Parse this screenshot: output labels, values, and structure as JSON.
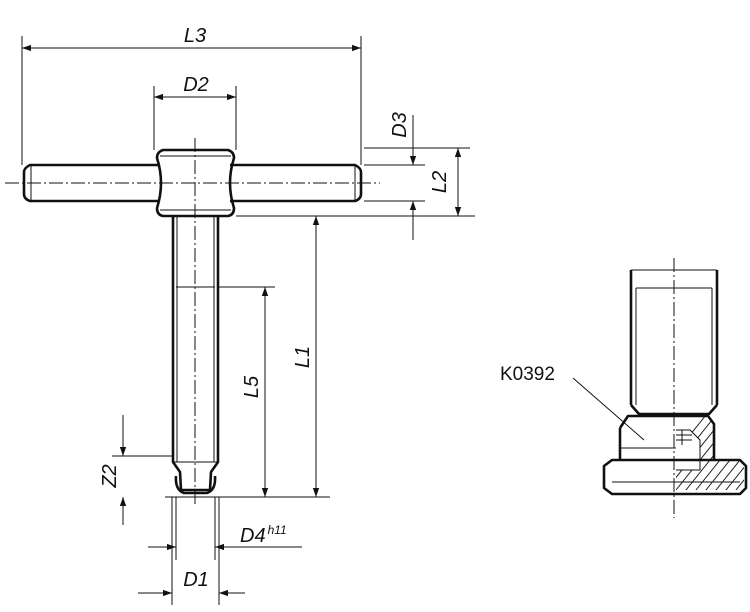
{
  "dimensions": {
    "L3": "L3",
    "D2": "D2",
    "D3": "D3",
    "L2": "L2",
    "L1": "L1",
    "L5": "L5",
    "Z2": "Z2",
    "D4": "D4",
    "D4_tolerance": "h11",
    "D1": "D1"
  },
  "callout": {
    "part_number": "K0392"
  }
}
